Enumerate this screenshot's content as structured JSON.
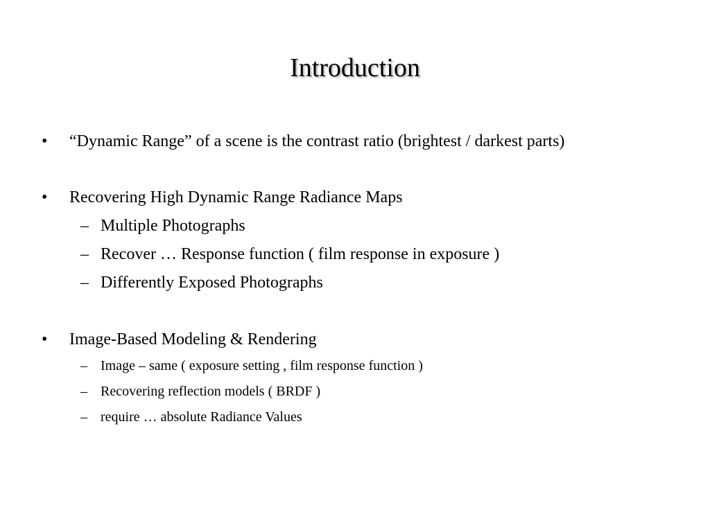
{
  "slide": {
    "title": "Introduction",
    "bullet_marker": "•",
    "sub_marker": "–",
    "sections": [
      {
        "text": "“Dynamic Range” of a scene is the contrast ratio (brightest / darkest parts)",
        "items": []
      },
      {
        "text": "Recovering High Dynamic Range Radiance Maps",
        "items": [
          "Multiple Photographs",
          "Recover … Response function ( film response in exposure )",
          "Differently Exposed Photographs"
        ]
      },
      {
        "text": "Image-Based Modeling & Rendering",
        "items": [
          "Image – same  ( exposure setting , film response function )",
          "Recovering reflection models ( BRDF )",
          "require … absolute Radiance Values"
        ]
      }
    ]
  }
}
